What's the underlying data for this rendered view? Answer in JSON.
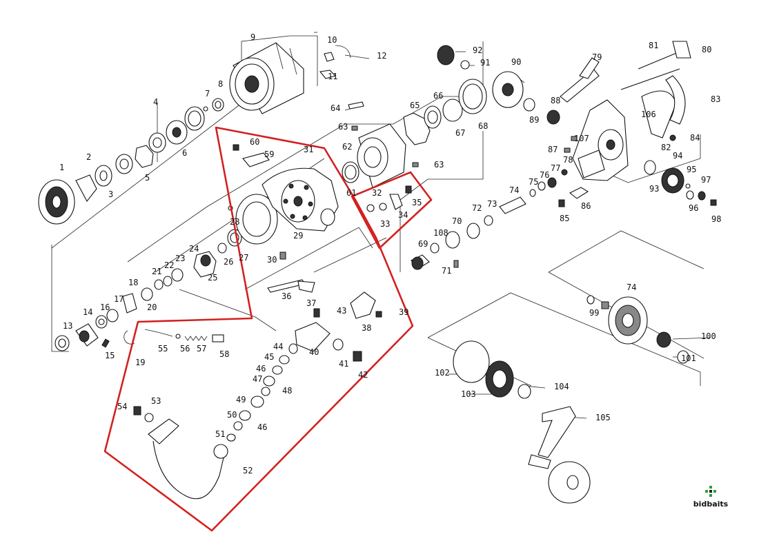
{
  "diagram": {
    "type": "exploded-parts-diagram",
    "highlight_color": "#d32020",
    "callouts": [
      "1",
      "2",
      "3",
      "4",
      "5",
      "6",
      "7",
      "8",
      "9",
      "10",
      "11",
      "12",
      "13",
      "14",
      "15",
      "16",
      "17",
      "18",
      "19",
      "20",
      "21",
      "22",
      "23",
      "24",
      "25",
      "26",
      "27",
      "28",
      "29",
      "30",
      "31",
      "32",
      "33",
      "34",
      "35",
      "36",
      "37",
      "38",
      "39",
      "40",
      "41",
      "42",
      "43",
      "44",
      "45",
      "46",
      "46",
      "47",
      "48",
      "49",
      "50",
      "51",
      "52",
      "53",
      "54",
      "55",
      "56",
      "57",
      "58",
      "59",
      "60",
      "61",
      "62",
      "63",
      "63",
      "64",
      "65",
      "66",
      "67",
      "68",
      "69",
      "70",
      "71",
      "72",
      "73",
      "74",
      "74",
      "75",
      "76",
      "77",
      "78",
      "79",
      "80",
      "81",
      "82",
      "83",
      "84",
      "85",
      "86",
      "87",
      "88",
      "89",
      "90",
      "91",
      "92",
      "93",
      "94",
      "95",
      "96",
      "97",
      "98",
      "99",
      "100",
      "101",
      "102",
      "103",
      "104",
      "105",
      "106",
      "107",
      "108"
    ]
  },
  "brand": {
    "name": "bidbaits",
    "accent_color": "#2e9e3a"
  }
}
